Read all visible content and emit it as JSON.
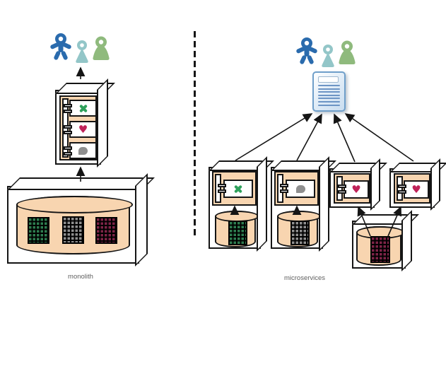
{
  "labels": {
    "monolith": "monolith",
    "microservices": "microservices"
  },
  "glyphs": {
    "heart": "♥"
  },
  "icons": {
    "users": [
      "user-figure-blue",
      "user-figure-teal",
      "user-figure-green"
    ],
    "services": [
      "x-service-icon",
      "comment-service-icon",
      "heart-service-icon"
    ],
    "document": "document-icon",
    "database": "database-cylinder-icon"
  },
  "colors": {
    "panel_peach": "#F8D5B0",
    "outline_black": "#151515",
    "service_x_green": "#2EA15B",
    "service_heart_crimson": "#C02258",
    "service_comment_gray": "#8F8F8F",
    "grid_green": "#2E7D4F",
    "grid_gray": "#8F8F8F",
    "grid_maroon": "#7E2447",
    "user_blue": "#2A6BAD",
    "user_teal": "#93C6C8",
    "user_green": "#8FBA7D",
    "document_blue": "#C9DDF0"
  }
}
